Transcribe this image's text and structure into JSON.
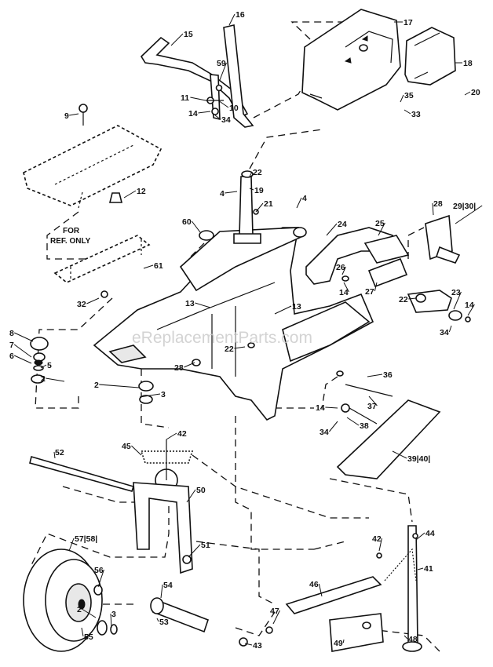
{
  "watermark": "eReplacementParts.com",
  "note": {
    "line1": "FOR",
    "line2": "REF. ONLY"
  },
  "callouts": [
    "2",
    "2",
    "2",
    "3",
    "3",
    "4",
    "4",
    "5",
    "6",
    "7",
    "8",
    "9",
    "10",
    "11",
    "12",
    "13",
    "13",
    "14",
    "14",
    "14",
    "14",
    "15",
    "16",
    "17",
    "18",
    "19",
    "20",
    "21",
    "22",
    "22",
    "22",
    "23",
    "24",
    "25",
    "26",
    "27",
    "28",
    "28",
    "29|30|",
    "32",
    "33",
    "34",
    "34",
    "34",
    "35",
    "36",
    "37",
    "38",
    "39|40|",
    "41",
    "42",
    "42",
    "43",
    "44",
    "45",
    "46",
    "47",
    "48",
    "49",
    "50",
    "51",
    "52",
    "53",
    "54",
    "55",
    "56",
    "57|58|",
    "59",
    "60",
    "61"
  ]
}
